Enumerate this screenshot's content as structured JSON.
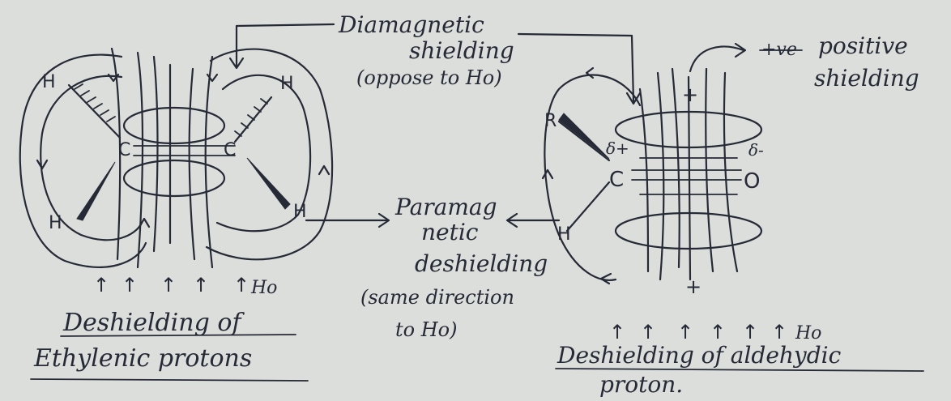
{
  "labels": {
    "diamagnetic_1": "Diamagnetic",
    "diamagnetic_2": "shielding",
    "diamagnetic_3": "(oppose to Ho)",
    "positive_1": "positive",
    "positive_2": "shielding",
    "positive_strike": "+ve",
    "paramag_1": "Paramag",
    "paramag_2": "netic",
    "paramag_3": "deshielding",
    "paramag_4": "(same direction",
    "paramag_5": "to Ho)",
    "caption_left_1": "Deshielding of",
    "caption_left_2": "Ethylenic protons",
    "caption_right_1": "Deshielding of aldehydic",
    "caption_right_2": "proton."
  },
  "field": {
    "symbol": "Ho",
    "arrow_glyph": "↑"
  },
  "atoms": {
    "hydrogen": "H",
    "carbon": "C",
    "oxygen": "O",
    "r_group": "R",
    "delta_plus": "δ+",
    "delta_minus": "δ-",
    "plus": "+"
  },
  "colors": {
    "paper": "#dcdedb",
    "ink": "#262a36"
  }
}
